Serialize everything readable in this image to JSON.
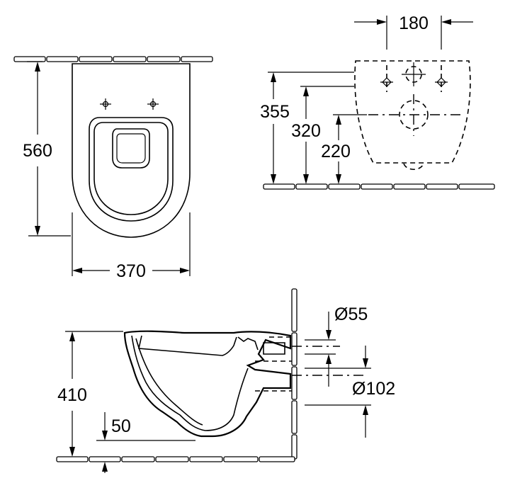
{
  "top_view": {
    "width_label": "370",
    "depth_label": "560"
  },
  "rear_view": {
    "spacing_label": "180",
    "height_upper_label": "355",
    "height_middle_label": "320",
    "height_lower_label": "220"
  },
  "side_view": {
    "height_label": "410",
    "gap_label": "50",
    "pipe_small_label": "Ø55",
    "pipe_large_label": "Ø102"
  }
}
